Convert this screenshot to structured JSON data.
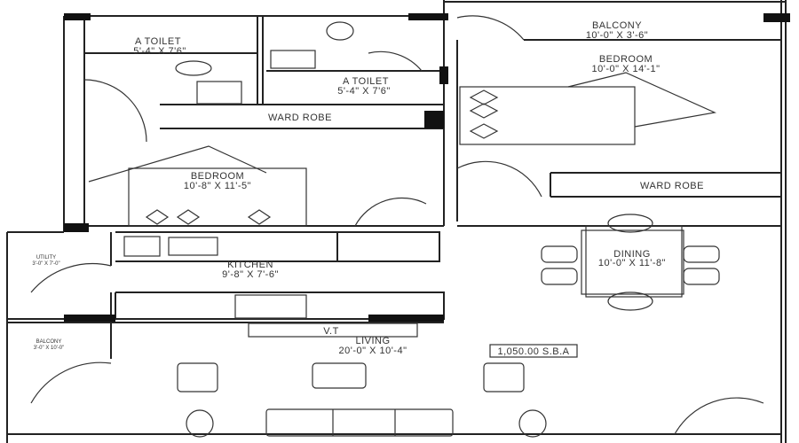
{
  "rooms": {
    "toilet_left": {
      "name": "A TOILET",
      "size": "5'-4\" X 7'6\""
    },
    "toilet_right": {
      "name": "A TOILET",
      "size": "5'-4\" X 7'6\""
    },
    "wardrobe_left": {
      "name": "WARD ROBE"
    },
    "bedroom_left": {
      "name": "BEDROOM",
      "size": "10'-8\" X 11'-5\""
    },
    "balcony_top": {
      "name": "BALCONY",
      "size": "10'-0\" X 3'-6\""
    },
    "bedroom_right": {
      "name": "BEDROOM",
      "size": "10'-0\" X 14'-1\""
    },
    "wardrobe_right": {
      "name": "WARD ROBE"
    },
    "utility": {
      "name": "UTILITY",
      "size": "3'-0\" X 7'-0\""
    },
    "kitchen": {
      "name": "KITCHEN",
      "size": "9'-8\" X 7'-6\""
    },
    "dining": {
      "name": "DINING",
      "size": "10'-0\" X 11'-8\""
    },
    "balcony_left": {
      "name": "BALCONY",
      "size": "3'-0\" X 10'-0\""
    },
    "living": {
      "name": "LIVING",
      "size": "20'-0\" X 10'-4\""
    }
  },
  "tv_label": "V.T",
  "area_label": "1,050.00 S.B.A"
}
